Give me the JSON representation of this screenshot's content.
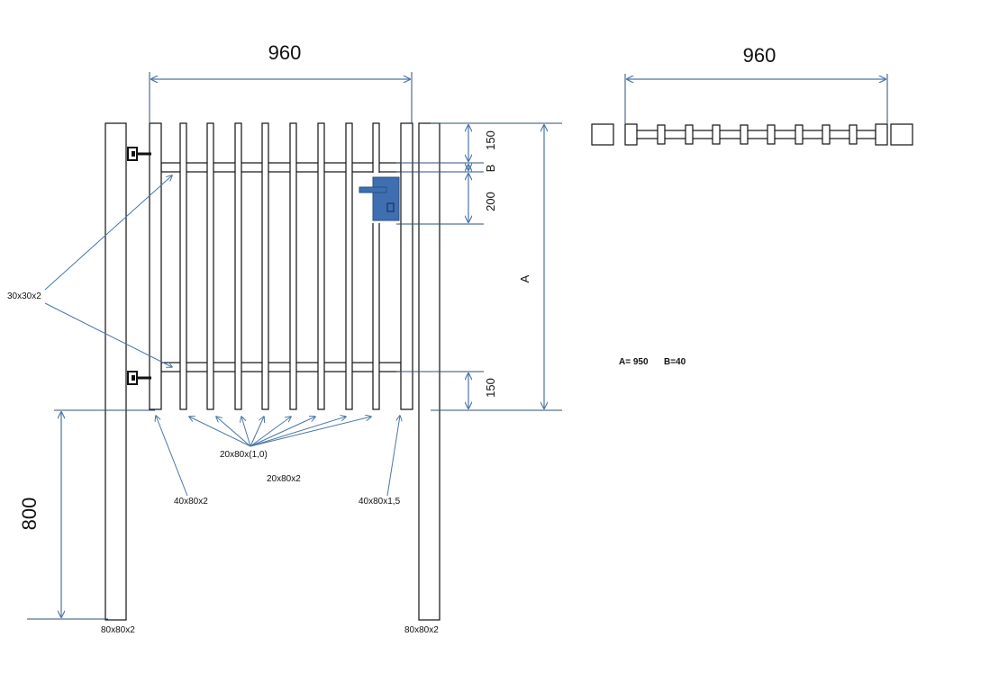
{
  "diagram": {
    "width_top": "960",
    "width_plan": "960",
    "dim_150_top": "150",
    "dim_B": "B",
    "dim_200": "200",
    "dim_A": "A",
    "dim_150_bottom": "150",
    "dim_800": "800",
    "label_30x30x2": "30x30x2",
    "label_20x80x1": "20x80x(1,0)",
    "label_20x80x2": "20x80x2",
    "label_40x80x2": "40x80x2",
    "label_40x80x15": "40x80x1,5",
    "post_left": "80x80x2",
    "post_right": "80x80x2",
    "values_A": "A= 950",
    "values_B": "B=40"
  },
  "colors": {
    "dimension": "#4a76a8",
    "lock": "#3f6fb0",
    "outline": "#111111"
  },
  "icons": [
    "hinge-icon",
    "lock-icon"
  ]
}
